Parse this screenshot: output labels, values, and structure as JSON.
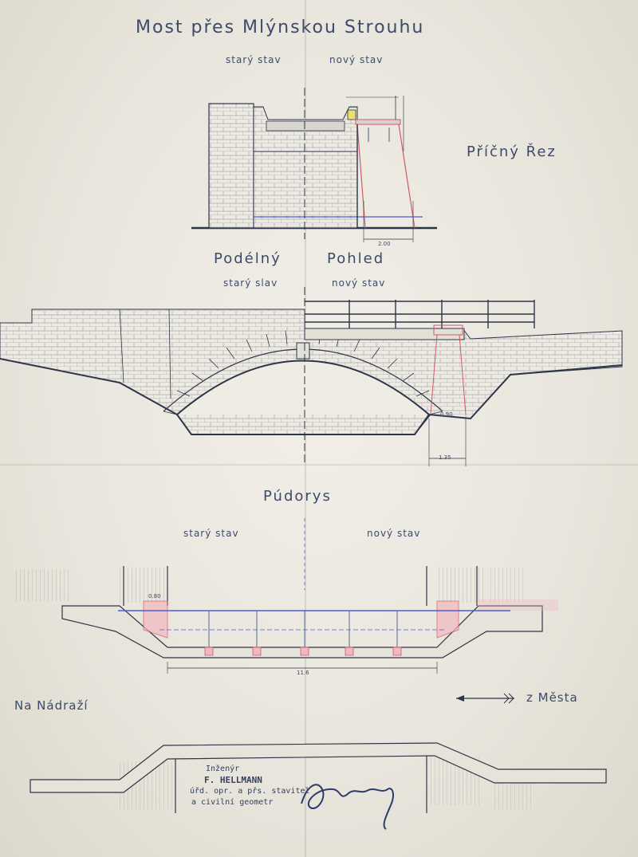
{
  "drawing": {
    "title": "Most přes Mlýnskou Strouhu",
    "cross_section": {
      "label": "Příčný Řez",
      "old_label": "starý stav",
      "new_label": "nový stav",
      "dim_bottom": "2.00"
    },
    "elevation": {
      "label_left": "Podélný",
      "label_right": "Pohled",
      "old_label": "starý slav",
      "new_label": "nový stav",
      "dim_bottom": "1.35",
      "dim_side": "0.90"
    },
    "plan": {
      "label": "Púdorys",
      "old_label": "starý stav",
      "new_label": "nový stav",
      "dim_span": "11.6",
      "dim_left_wing": "0.80"
    },
    "direction": {
      "left": "Na Nádraží",
      "right": "z Města"
    },
    "stamp": {
      "line1": "Inženýr",
      "line2": "F. HELLMANN",
      "line3": "úřd. opr. a přs. stavitel",
      "line4": "a civilní geometr"
    }
  },
  "colors": {
    "ink": "#2e3548",
    "pencil": "#3e4a6a",
    "blue": "#4a5fd0",
    "red": "#d05a6a",
    "pink_fill": "#f2b8bf",
    "yellow_fill": "#e8e070",
    "paper": "#efece4"
  }
}
